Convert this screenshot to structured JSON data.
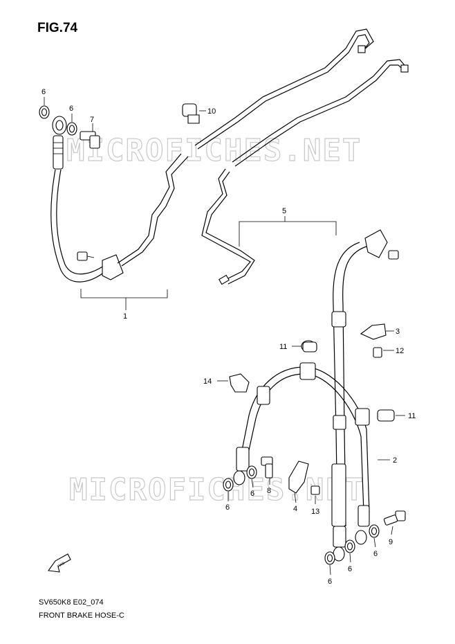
{
  "figure": {
    "title": "FIG.74"
  },
  "watermark": "MICROFICHES.NET",
  "footer": {
    "model_code": "SV650K8 E02_074",
    "diagram_name": "FRONT BRAKE HOSE-C"
  },
  "fwd_label": "FWD",
  "callouts": {
    "c1": "1",
    "c2": "2",
    "c3": "3",
    "c4": "4",
    "c5": "5",
    "c6a": "6",
    "c6b": "6",
    "c6c": "6",
    "c6d": "6",
    "c6e": "6",
    "c6f": "6",
    "c6g": "6",
    "c7": "7",
    "c8": "8",
    "c9": "9",
    "c10": "10",
    "c11a": "11",
    "c11b": "11",
    "c12": "12",
    "c13": "13",
    "c14": "14"
  }
}
